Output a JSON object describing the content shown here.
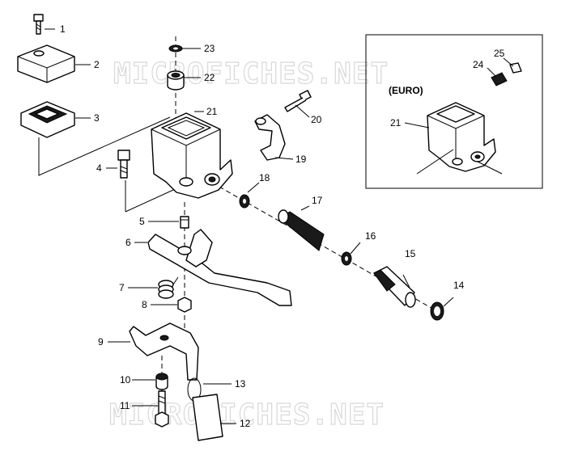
{
  "watermark": "MICROFICHES.NET",
  "inset": {
    "title": "(EURO)"
  },
  "callouts": [
    {
      "id": "1",
      "text": "1"
    },
    {
      "id": "2",
      "text": "2"
    },
    {
      "id": "3",
      "text": "3"
    },
    {
      "id": "4",
      "text": "4"
    },
    {
      "id": "5",
      "text": "5"
    },
    {
      "id": "6",
      "text": "6"
    },
    {
      "id": "7",
      "text": "7"
    },
    {
      "id": "8",
      "text": "8"
    },
    {
      "id": "9",
      "text": "9"
    },
    {
      "id": "10",
      "text": "10"
    },
    {
      "id": "11",
      "text": "11"
    },
    {
      "id": "12",
      "text": "12"
    },
    {
      "id": "13",
      "text": "13"
    },
    {
      "id": "14",
      "text": "14"
    },
    {
      "id": "15",
      "text": "15"
    },
    {
      "id": "16",
      "text": "16"
    },
    {
      "id": "17",
      "text": "17"
    },
    {
      "id": "18",
      "text": "18"
    },
    {
      "id": "19",
      "text": "19"
    },
    {
      "id": "20",
      "text": "20"
    },
    {
      "id": "21",
      "text": "21"
    },
    {
      "id": "22",
      "text": "22"
    },
    {
      "id": "23",
      "text": "23"
    },
    {
      "id": "21b",
      "text": "21"
    },
    {
      "id": "24",
      "text": "24"
    },
    {
      "id": "25",
      "text": "25"
    }
  ],
  "colors": {
    "ink": "#000000",
    "paper": "#ffffff",
    "watermark": "#d8d8d8"
  }
}
